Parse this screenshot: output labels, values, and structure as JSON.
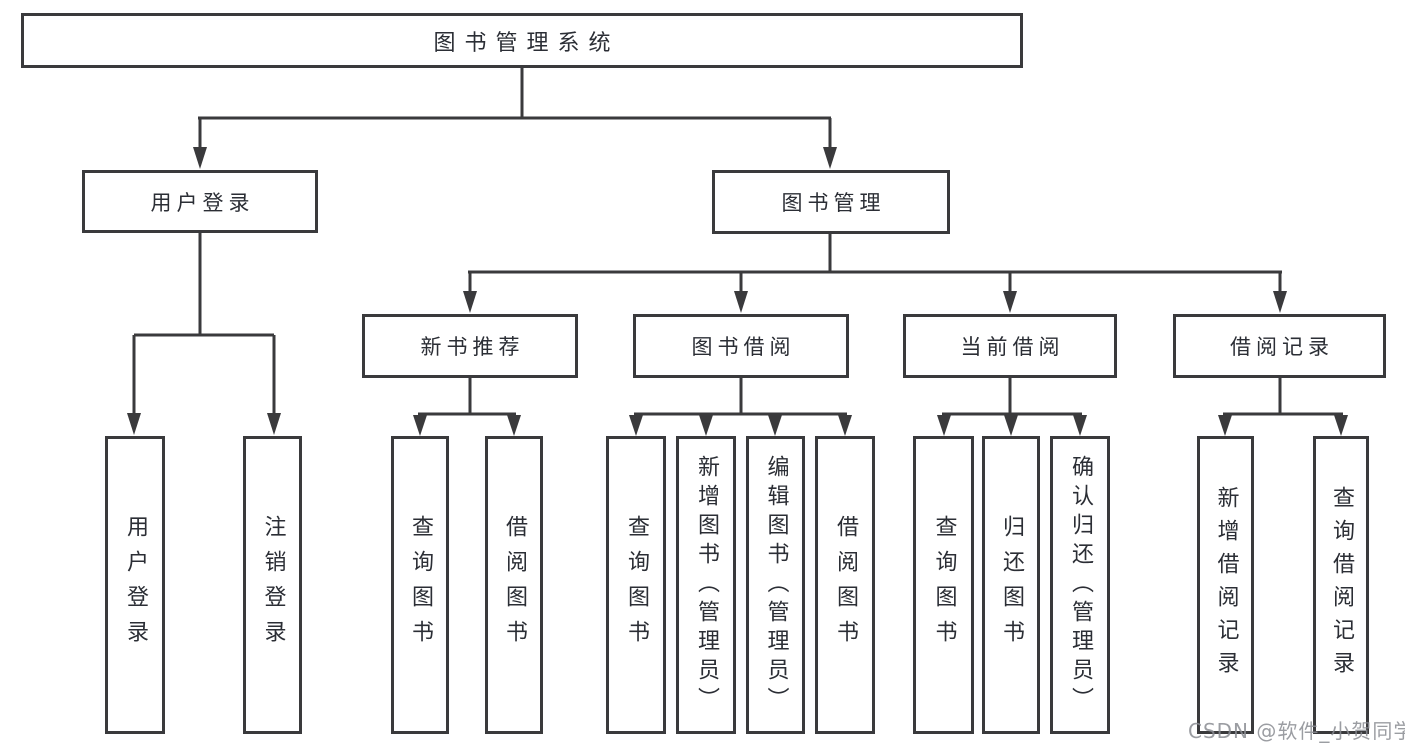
{
  "tree": {
    "label": "图书管理系统",
    "children": [
      {
        "label": "用户登录",
        "children": [
          {
            "label": "用户登录"
          },
          {
            "label": "注销登录"
          }
        ]
      },
      {
        "label": "图书管理",
        "children": [
          {
            "label": "新书推荐",
            "children": [
              {
                "label": "查询图书"
              },
              {
                "label": "借阅图书"
              }
            ]
          },
          {
            "label": "图书借阅",
            "children": [
              {
                "label": "查询图书"
              },
              {
                "label": "新增图书（管理员）"
              },
              {
                "label": "编辑图书（管理员）"
              },
              {
                "label": "借阅图书"
              }
            ]
          },
          {
            "label": "当前借阅",
            "children": [
              {
                "label": "查询图书"
              },
              {
                "label": "归还图书"
              },
              {
                "label": "确认归还（管理员）"
              }
            ]
          },
          {
            "label": "借阅记录",
            "children": [
              {
                "label": "新增借阅记录"
              },
              {
                "label": "查询借阅记录"
              }
            ]
          }
        ]
      }
    ]
  },
  "watermark": {
    "text": "CSDN @软件_小贺同学"
  },
  "colors": {
    "line": "#3a3a3c",
    "text": "#2b2e35",
    "background": "#ffffff",
    "watermark": "#8a8c92"
  }
}
